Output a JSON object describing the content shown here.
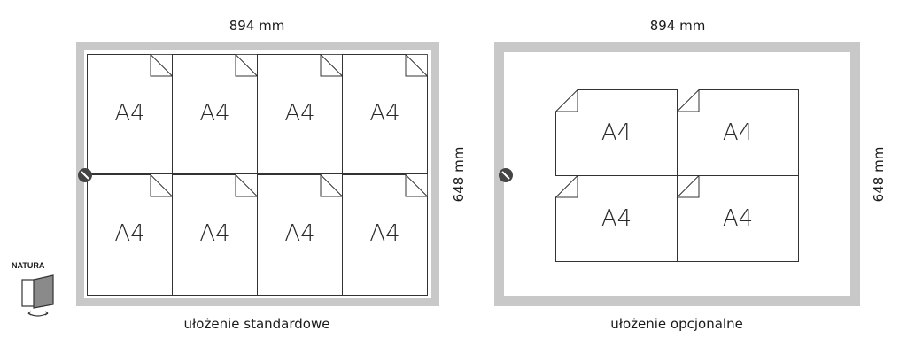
{
  "standard": {
    "width_label": "894 mm",
    "height_label": "648 mm",
    "caption": "ułożenie standardowe",
    "sheets": [
      "A4",
      "A4",
      "A4",
      "A4",
      "A4",
      "A4",
      "A4",
      "A4"
    ]
  },
  "optional": {
    "width_label": "894 mm",
    "height_label": "648 mm",
    "caption": "ułożenie opcjonalne",
    "sheets": [
      "A4",
      "A4",
      "A4",
      "A4"
    ]
  },
  "natura": {
    "label": "NATURA",
    "icon": "frame-opening-icon"
  },
  "colors": {
    "frame": "#c8c8c8",
    "line": "#333333",
    "screw": "#444444"
  }
}
